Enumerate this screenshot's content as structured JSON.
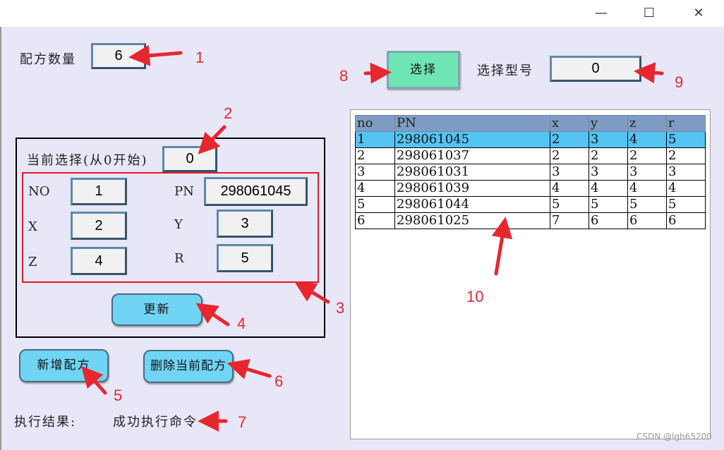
{
  "window": {
    "minimize_glyph": "—",
    "maximize_glyph": "☐",
    "close_glyph": "✕"
  },
  "recipe_count": {
    "label": "配方数量",
    "value": "6"
  },
  "select_button": {
    "label": "选择"
  },
  "select_model": {
    "label": "选择型号",
    "value": "0"
  },
  "current": {
    "label": "当前选择(从0开始)",
    "value": "0"
  },
  "fields": {
    "no_label": "NO",
    "no_value": "1",
    "pn_label": "PN",
    "pn_value": "298061045",
    "x_label": "X",
    "x_value": "2",
    "y_label": "Y",
    "y_value": "3",
    "z_label": "Z",
    "z_value": "4",
    "r_label": "R",
    "r_value": "5"
  },
  "buttons": {
    "update": "更新",
    "add": "新增配方",
    "delete": "删除当前配方"
  },
  "result": {
    "label": "执行结果:",
    "value": "成功执行命令"
  },
  "table": {
    "headers": [
      "no",
      "PN",
      "x",
      "y",
      "z",
      "r"
    ],
    "selected_row": 0,
    "rows": [
      [
        "1",
        "298061045",
        "2",
        "3",
        "4",
        "5"
      ],
      [
        "2",
        "298061037",
        "2",
        "2",
        "2",
        "2"
      ],
      [
        "3",
        "298061031",
        "3",
        "3",
        "3",
        "3"
      ],
      [
        "4",
        "298061039",
        "4",
        "4",
        "4",
        "4"
      ],
      [
        "5",
        "298061044",
        "5",
        "5",
        "5",
        "5"
      ],
      [
        "6",
        "298061025",
        "7",
        "6",
        "6",
        "6"
      ]
    ]
  },
  "markers": [
    "1",
    "2",
    "3",
    "4",
    "5",
    "6",
    "7",
    "8",
    "9",
    "10"
  ],
  "watermark": "CSDN @lgh65200",
  "colors": {
    "annotation_red": "#e8262e",
    "selected_row": "#54c4f5",
    "header": "#7f9dc4",
    "accent_blue_button": "#70d4f5",
    "accent_green_button": "#6ee6b4"
  }
}
